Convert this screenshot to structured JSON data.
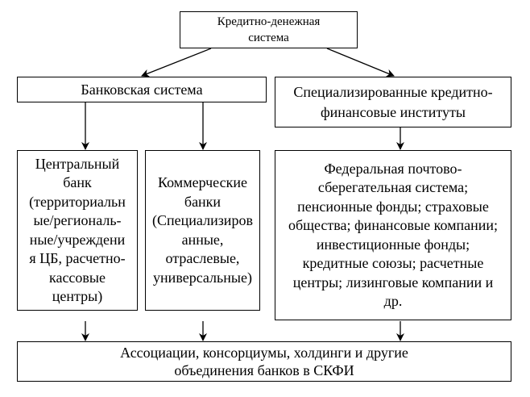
{
  "nodes": {
    "top": {
      "lines": [
        "Кредитно-денежная",
        "система"
      ]
    },
    "bank_system": {
      "lines": [
        "Банковская система"
      ]
    },
    "specialized": {
      "lines": [
        "Специализированные кредитно-",
        "финансовые институты"
      ]
    },
    "central_bank": {
      "lines": [
        "Центральный",
        "банк",
        "(территориальн",
        "ые/региональ-",
        "ные/учреждени",
        "я ЦБ, расчетно-",
        "кассовые",
        "центры)"
      ]
    },
    "commercial": {
      "lines": [
        "Коммерческие",
        "банки",
        "(Специализиров",
        "анные,",
        "отраслевые,",
        "универсальные)"
      ]
    },
    "federal": {
      "lines": [
        "Федеральная почтово-",
        "сберегательная система;",
        "пенсионные фонды; страховые",
        "общества; финансовые компании;",
        "инвестиционные фонды;",
        "кредитные союзы; расчетные",
        "центры; лизинговые компании и",
        "др."
      ]
    },
    "bottom": {
      "lines": [
        "Ассоциации, консорциумы, холдинги и другие",
        "объединения банков в СКФИ"
      ]
    }
  }
}
